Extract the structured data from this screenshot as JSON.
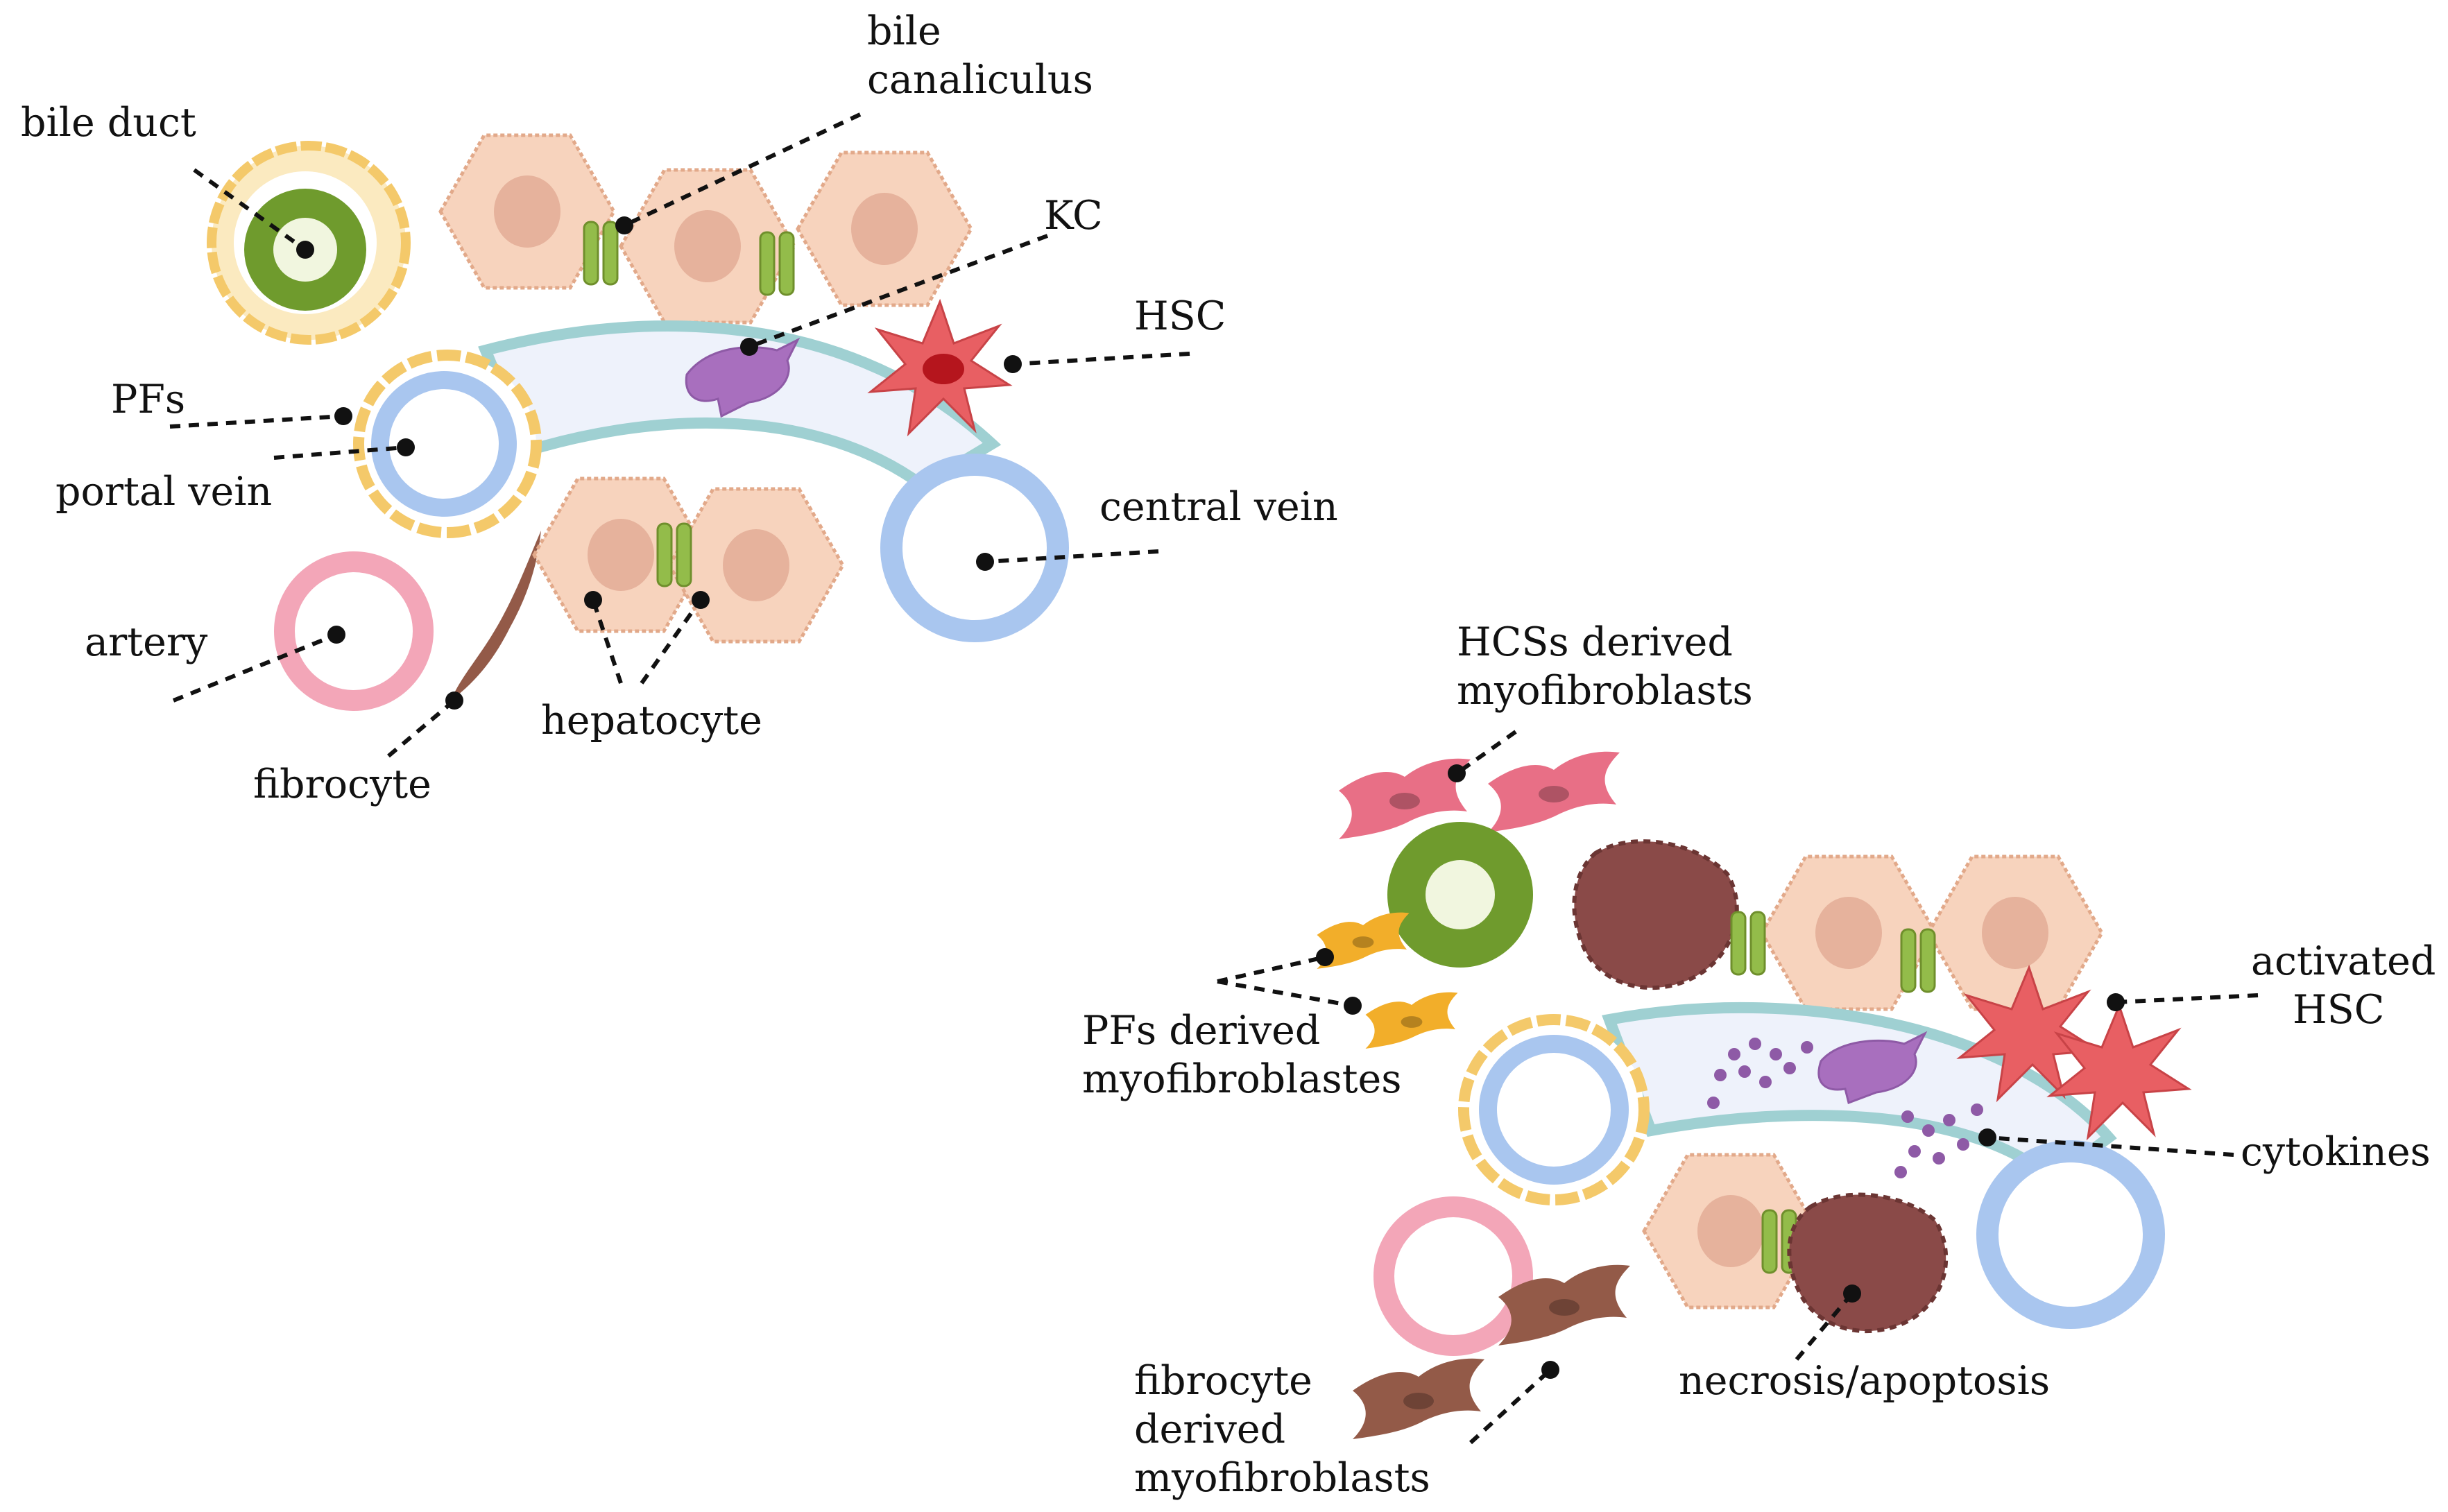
{
  "colors": {
    "hepatocyte_fill": "#f7d3bd",
    "hepatocyte_stroke": "#e2a98a",
    "nucleus": "#e6b29c",
    "junction": "#93bc4a",
    "bile_duct_cell": "#6f9b2d",
    "bile_lumen": "#f1f6df",
    "pf_ring": "#f4c96a",
    "vein_ring": "#a9c6ef",
    "sinusoid": "#eef2fb",
    "sinusoid_wall": "#9fd0d2",
    "artery": "#f3a6b8",
    "fibrocyte": "#935a48",
    "kc": "#a86fbe",
    "hsc": "#e85f63",
    "hsc_myofibroblast": "#e86f86",
    "pf_myofibroblast": "#f2ae2a",
    "necrotic": "#8a4a48",
    "cytokine": "#8e5aa6"
  },
  "labels": {
    "bile_duct": "bile duct",
    "bile_canaliculus_1": "bile",
    "bile_canaliculus_2": "canaliculus",
    "kc": "KC",
    "hsc": "HSC",
    "pfs": "PFs",
    "portal_vein": "portal vein",
    "central_vein": "central vein",
    "artery": "artery",
    "fibrocyte": "fibrocyte",
    "hepatocyte": "hepatocyte",
    "hcss_myo_1": "HCSs derived",
    "hcss_myo_2": "myofibroblasts",
    "pfs_myo_1": "PFs derived",
    "pfs_myo_2": "myofibroblastes",
    "activated_hsc_1": "activated",
    "activated_hsc_2": "HSC",
    "cytokines": "cytokines",
    "fibrocyte_myo_1": "fibrocyte",
    "fibrocyte_myo_2": "derived",
    "fibrocyte_myo_3": "myofibroblasts",
    "necrosis": "necrosis/apoptosis"
  }
}
